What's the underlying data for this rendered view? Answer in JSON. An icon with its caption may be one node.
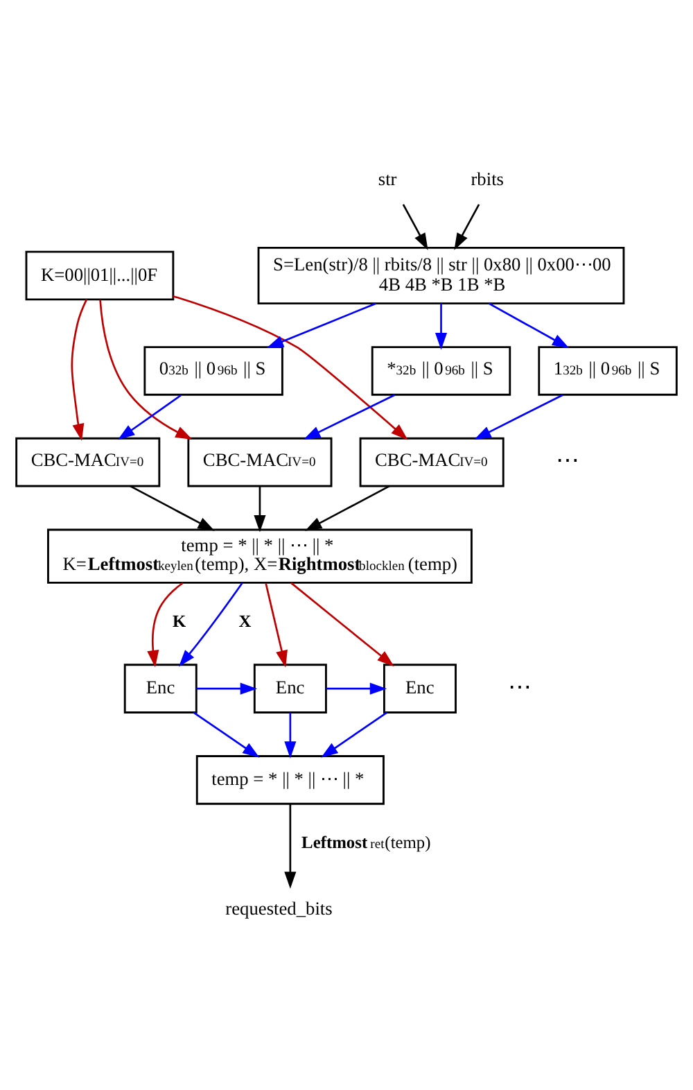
{
  "diagram": {
    "nodes": [
      {
        "text": [
          "str"
        ]
      },
      {
        "text": [
          "rbits"
        ]
      },
      {
        "text": [
          "K=00||01||...||0F"
        ]
      },
      {
        "text": [
          "S=Len(str)/8 || rbits/8 || str || 0x80 || 0x00⋯00",
          "4B 4B *B 1B *B"
        ]
      },
      {
        "text": [
          "0$_{32b}$ || 0$_{96b}$ || S"
        ]
      },
      {
        "text": [
          "1$_{32b}$ || 0$_{96b}$ || S"
        ]
      },
      {
        "text": [
          "*$_{32b}$ || 0$_{96b}$ || S"
        ]
      },
      {
        "text": [
          "CBC-MAC$_{IV=0}$"
        ]
      },
      {
        "text": [
          "CBC-MAC$_{IV=0}$"
        ]
      },
      {
        "text": [
          "CBC-MAC$_{IV=0}$"
        ]
      },
      {
        "text": [
          "temp = * || * || ⋯ || *",
          "K=**Leftmost**$_{keylen}$(temp), X=**Rightmost**$_{blocklen}$(temp)"
        ]
      },
      {
        "text": [
          "Enc"
        ]
      },
      {
        "text": [
          "Enc"
        ]
      },
      {
        "text": [
          "Enc"
        ]
      },
      {
        "text": [
          "temp = * || * || ⋯ || *"
        ]
      },
      {
        "text": [
          "requested_bits"
        ]
      }
    ],
    "edges": [
      {
        "from": 0,
        "to": 3,
        "arrow": "to",
        "color": "#000000"
      },
      {
        "from": 1,
        "to": 3,
        "arrow": "to",
        "color": "#000000"
      },
      {
        "from": 3,
        "to": 4,
        "arrow": "to",
        "color": "#0000ff"
      },
      {
        "from": 3,
        "to": 5,
        "arrow": "to",
        "color": "#0000ff"
      },
      {
        "from": 3,
        "to": 6,
        "arrow": "to",
        "color": "#0000ff"
      },
      {
        "from": 2,
        "to": 7,
        "arrow": "to",
        "color": "#c00000"
      },
      {
        "from": 2,
        "to": 8,
        "arrow": "to",
        "color": "#c00000"
      },
      {
        "from": 2,
        "to": 9,
        "arrow": "to",
        "color": "#c00000"
      },
      {
        "from": 4,
        "to": 7,
        "arrow": "to",
        "color": "#0000ff"
      },
      {
        "from": 5,
        "to": 8,
        "arrow": "to",
        "color": "#0000ff"
      },
      {
        "from": 6,
        "to": 9,
        "arrow": "to",
        "color": "#0000ff"
      },
      {
        "from": 7,
        "to": 10,
        "arrow": "to",
        "color": "#000000"
      },
      {
        "from": 8,
        "to": 10,
        "arrow": "to",
        "color": "#000000"
      },
      {
        "from": 9,
        "to": 10,
        "arrow": "to",
        "color": "#000000"
      },
      {
        "from": 10,
        "to": 11,
        "arrow": "to",
        "label": "**K**",
        "color": "#c00000"
      },
      {
        "from": 10,
        "to": 12,
        "arrow": "to",
        "color": "#c00000"
      },
      {
        "from": 10,
        "to": 13,
        "arrow": "to",
        "color": "#c00000"
      },
      {
        "from": 10,
        "to": 11,
        "arrow": "to",
        "label": "**X**",
        "color": "#0000ff"
      },
      {
        "from": 11,
        "to": 12,
        "arrow": "to",
        "color": "#0000ff"
      },
      {
        "from": 11,
        "to": 14,
        "arrow": "to",
        "color": "#0000ff"
      },
      {
        "from": 12,
        "to": 13,
        "arrow": "to",
        "color": "#0000ff"
      },
      {
        "from": 12,
        "to": 14,
        "arrow": "to",
        "color": "#0000ff"
      },
      {
        "from": 13,
        "to": 14,
        "arrow": "to",
        "color": "#0000ff"
      },
      {
        "from": 14,
        "to": 15,
        "arrow": "to",
        "label": "**Leftmost**$_{ret}$(temp)",
        "color": "#000000"
      }
    ],
    "labels": [
      "⋯",
      "⋯"
    ]
  }
}
